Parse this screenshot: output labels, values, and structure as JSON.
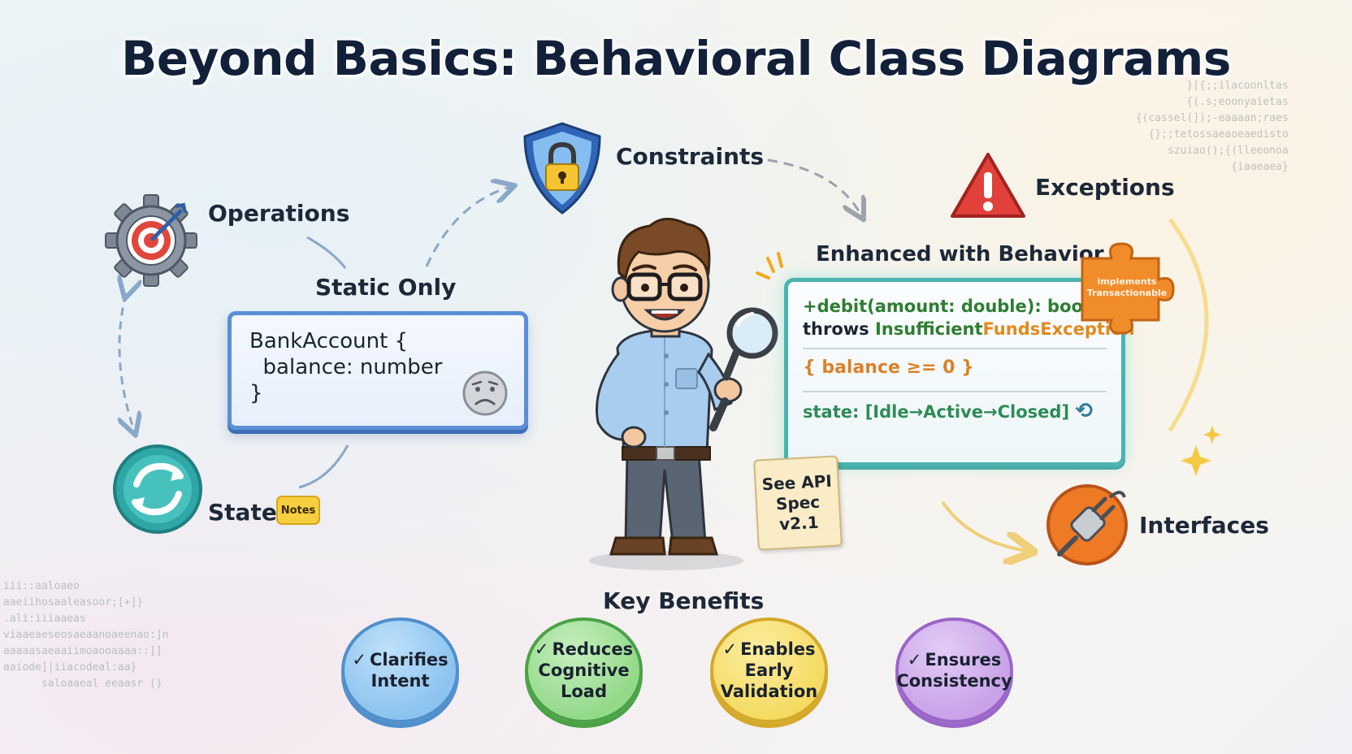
{
  "title": "Beyond Basics: Behavioral Class Diagrams",
  "concepts": {
    "operations": "Operations",
    "constraints": "Constraints",
    "exceptions": "Exceptions",
    "state": "State",
    "interfaces": "Interfaces"
  },
  "static_panel": {
    "heading": "Static Only",
    "code_line1": "BankAccount {",
    "code_line2": "  balance: number",
    "code_line3": "}"
  },
  "notes_tag": "Notes",
  "enhanced_panel": {
    "heading": "Enhanced with Behavior",
    "operation_line": "+debit(amount: double): boolean",
    "throws_keyword": "throws ",
    "exception_part1": "Insufficient",
    "exception_part2": "FundsException",
    "constraint": "{ balance ≥= 0 }",
    "state_line": "state: [Idle→Active→Closed]",
    "puzzle_line1": "implements",
    "puzzle_line2": "Transactionable"
  },
  "note_card": {
    "line1": "See API",
    "line2": "Spec",
    "line3": "v2.1"
  },
  "benefits": {
    "heading": "Key Benefits",
    "items": [
      {
        "line1": "Clarifies",
        "line2": "Intent",
        "line3": "",
        "color": "#8cc3ef"
      },
      {
        "line1": "Reduces",
        "line2": "Cognitive",
        "line3": "Load",
        "color": "#93d98a"
      },
      {
        "line1": "Enables",
        "line2": "Early",
        "line3": "Validation",
        "color": "#f5db62"
      },
      {
        "line1": "Ensures",
        "line2": "Consistency",
        "line3": "",
        "color": "#c9a2e8"
      }
    ]
  },
  "colors": {
    "title": "#13203a",
    "operation_text": "#2e7d32",
    "exception_text": "#2e7d32",
    "exception_highlight": "#e08a1e",
    "constraint_text": "#d9822b",
    "state_text": "#2e8b57",
    "static_border": "#5b8ed6",
    "enhanced_border": "#4ab3b0"
  },
  "icons": {
    "operations": "gear-target-icon",
    "constraints": "shield-lock-icon",
    "exceptions": "warning-triangle-icon",
    "state": "cycle-arrows-icon",
    "interfaces": "plug-icon"
  }
}
